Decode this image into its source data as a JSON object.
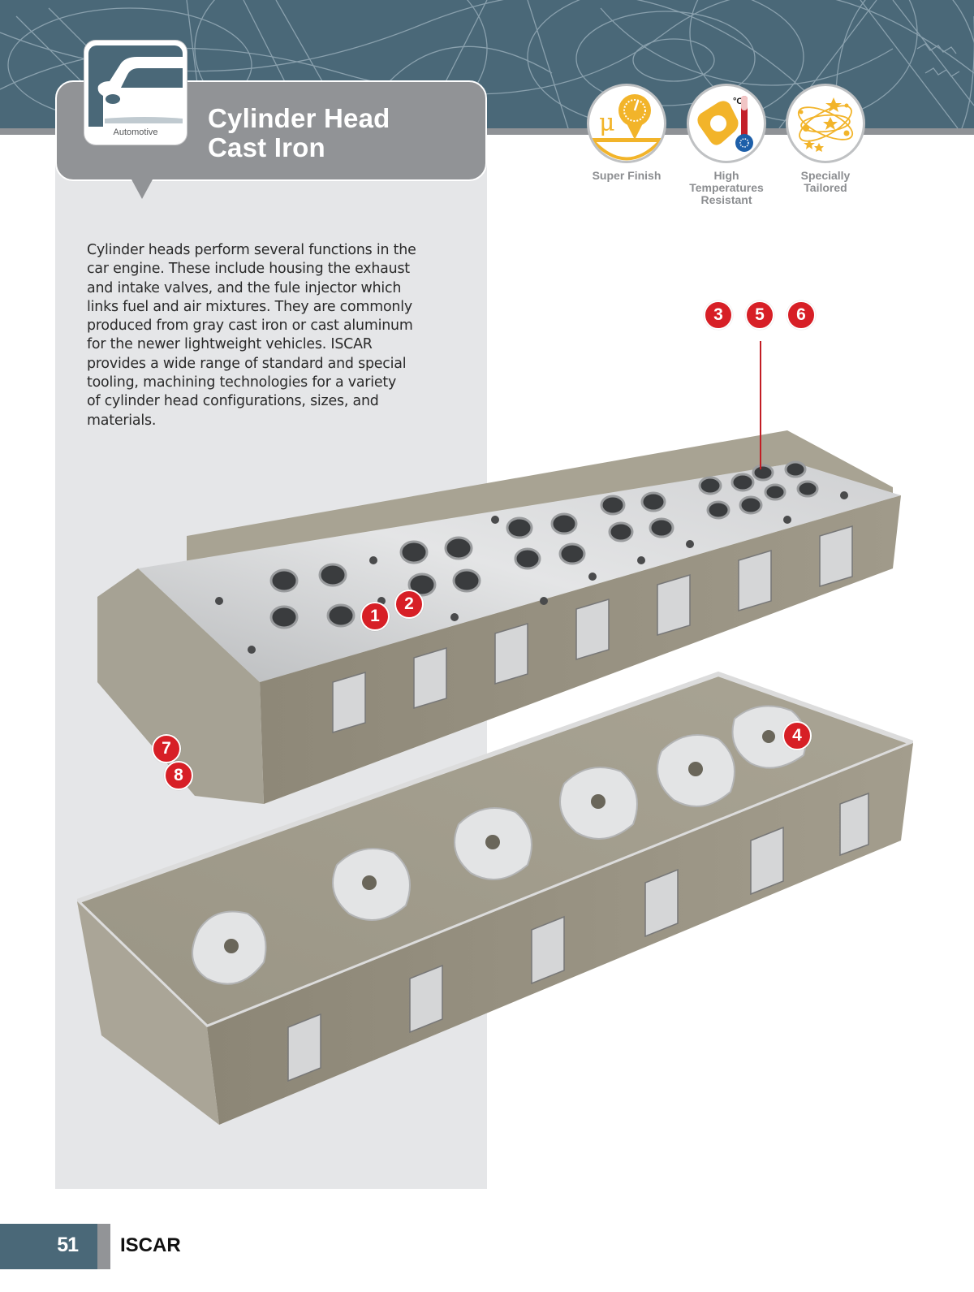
{
  "header": {
    "category_label": "Automotive",
    "category_icon": "car-icon",
    "title_line1": "Cylinder Head",
    "title_line2": "Cast Iron",
    "banner_color": "#4a6878",
    "bubble_color": "#919396"
  },
  "features": [
    {
      "icon": "super-finish-icon",
      "label": "Super Finish"
    },
    {
      "icon": "high-temperature-icon",
      "label": "High Temperatures Resistant"
    },
    {
      "icon": "specially-tailored-icon",
      "label": "Specially Tailored"
    }
  ],
  "description": {
    "lines": [
      "Cylinder heads perform several functions in the",
      "car engine. These include housing the exhaust",
      "and intake valves, and the fule injector which",
      "links fuel and air mixtures. They are commonly",
      "produced from gray cast iron or cast aluminum",
      "for the newer lightweight vehicles. ISCAR",
      "provides a wide range of standard and special",
      "tooling, machining technologies for a variety",
      "of cylinder head configurations, sizes, and",
      "materials."
    ]
  },
  "callouts": {
    "color": "#d71f26",
    "items": [
      {
        "id": "1",
        "label": "1"
      },
      {
        "id": "2",
        "label": "2"
      },
      {
        "id": "3",
        "label": "3"
      },
      {
        "id": "4",
        "label": "4"
      },
      {
        "id": "5",
        "label": "5"
      },
      {
        "id": "6",
        "label": "6"
      },
      {
        "id": "7",
        "label": "7"
      },
      {
        "id": "8",
        "label": "8"
      }
    ]
  },
  "images": {
    "top": "cylinder-head-top-view",
    "bottom": "cylinder-head-bottom-view"
  },
  "footer": {
    "page_number": "51",
    "brand": "ISCAR"
  }
}
